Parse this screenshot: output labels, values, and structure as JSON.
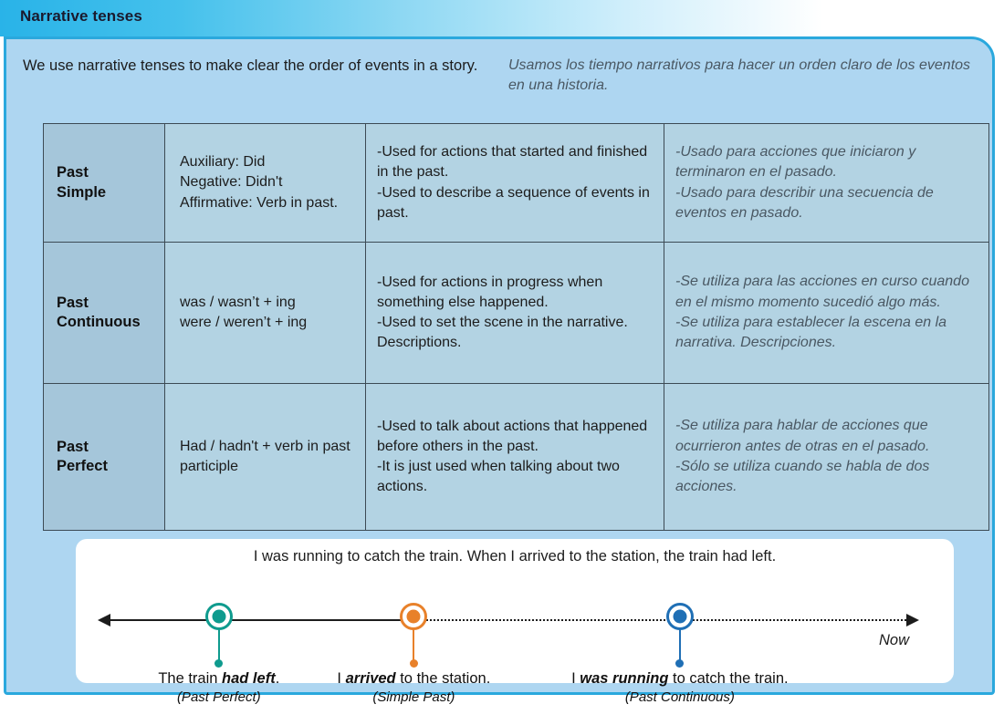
{
  "header": {
    "title": "Narrative tenses"
  },
  "intro": {
    "english": "We use narrative tenses to make clear the order of events in a story.",
    "spanish": "Usamos los tiempo narrativos para hacer un orden claro de los eventos en una historia."
  },
  "table": {
    "rows": [
      {
        "name": "Past Simple",
        "name_line1": "Past",
        "name_line2": "Simple",
        "form": "Auxiliary: Did\nNegative: Didn't\nAffirmative: Verb in past.",
        "use_en": "-Used for actions that started and finished in the past.\n-Used to describe a sequence of events in past.",
        "use_es": "-Usado para acciones que iniciaron y terminaron en el pasado.\n-Usado para describir una secuencia de eventos en pasado."
      },
      {
        "name": "Past Continuous",
        "name_line1": "Past",
        "name_line2": "Continuous",
        "form": "was / wasn’t + ing\nwere / weren’t + ing",
        "use_en": "-Used for actions in progress when something else happened.\n-Used to set the scene in the narrative. Descriptions.",
        "use_es": "-Se utiliza para las acciones en curso cuando en el mismo momento sucedió algo más.\n-Se utiliza para establecer la escena en la narrativa. Descripciones."
      },
      {
        "name": "Past Perfect",
        "name_line1": "Past",
        "name_line2": "Perfect",
        "form": "Had / hadn't + verb in past participle",
        "use_en": "-Used to talk about actions that happened before others in the past.\n-It is just used when talking about two actions.",
        "use_es": "-Se utiliza para hablar de acciones que ocurrieron antes de otras en el pasado.\n-Sólo se utiliza cuando se habla de dos acciones."
      }
    ]
  },
  "timeline": {
    "sentence": "I was running to catch the train. When I arrived to the station, the train had left.",
    "now_label": "Now",
    "events": [
      {
        "position_pct": 16.3,
        "color": "#0f9b8e",
        "text_prefix": "The train ",
        "text_bold": "had left",
        "text_suffix": ".",
        "tense": "(Past Perfect)"
      },
      {
        "position_pct": 38.5,
        "color": "#e8812a",
        "text_prefix": "I ",
        "text_bold": "arrived",
        "text_suffix": " to the station.",
        "tense": "(Simple Past)"
      },
      {
        "position_pct": 68.8,
        "color": "#1f6fb5",
        "text_prefix": "I ",
        "text_bold": "was running",
        "text_suffix": " to catch the train.",
        "tense": "(Past Continuous)"
      }
    ]
  },
  "colors": {
    "header_start": "#29b3e8",
    "card_bg": "#aed6f1",
    "card_border": "#2aa8dd",
    "col_name_bg": "#a5c6da",
    "cell_bg": "#b3d3e3",
    "spanish_text": "#4a5863",
    "teal": "#0f9b8e",
    "orange": "#e8812a",
    "blue": "#1f6fb5"
  }
}
